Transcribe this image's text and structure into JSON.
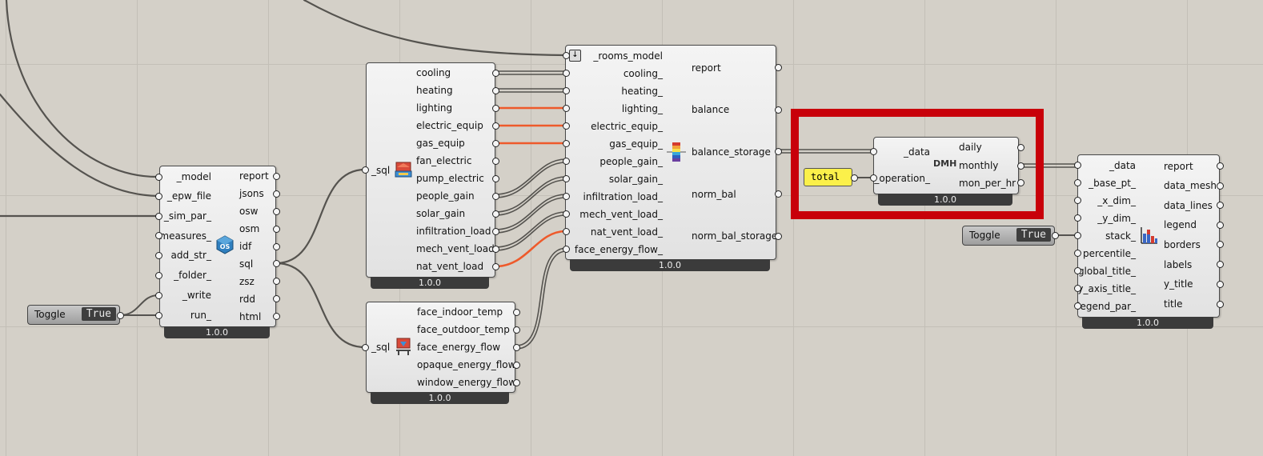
{
  "components": {
    "run_os": {
      "inputs": [
        "_model",
        "_epw_file",
        "_sim_par_",
        "measures_",
        "add_str_",
        "_folder_",
        "_write",
        "run_"
      ],
      "outputs": [
        "report",
        "jsons",
        "osw",
        "osm",
        "idf",
        "sql",
        "zsz",
        "rdd",
        "html"
      ],
      "version": "1.0.0",
      "icon": "openstudio-icon"
    },
    "read_room_energy": {
      "inputs": [
        "_sql"
      ],
      "outputs": [
        "cooling",
        "heating",
        "lighting",
        "electric_equip",
        "gas_equip",
        "fan_electric",
        "pump_electric",
        "people_gain",
        "solar_gain",
        "infiltration_load",
        "mech_vent_load",
        "nat_vent_load"
      ],
      "version": "1.0.0",
      "icon": "room-energy-icon"
    },
    "read_face_energy": {
      "inputs": [
        "_sql"
      ],
      "outputs": [
        "face_indoor_temp",
        "face_outdoor_temp",
        "face_energy_flow",
        "opaque_energy_flow",
        "window_energy_flow"
      ],
      "version": "1.0.0",
      "icon": "face-energy-icon"
    },
    "thermal_balance": {
      "inputs": [
        "_rooms_model",
        "cooling_",
        "heating_",
        "lighting_",
        "electric_equip_",
        "gas_equip_",
        "people_gain_",
        "solar_gain_",
        "infiltration_load_",
        "mech_vent_load_",
        "nat_vent_load_",
        "face_energy_flow_"
      ],
      "outputs": [
        "report",
        "balance",
        "balance_storage",
        "norm_bal",
        "norm_bal_storage"
      ],
      "version": "1.0.0",
      "icon": "stacked-bar-icon"
    },
    "daily_monthly": {
      "inputs": [
        "_data",
        "_operation_"
      ],
      "outputs": [
        "daily",
        "monthly",
        "mon_per_hr"
      ],
      "version": "1.0.0",
      "icon_text": "DMH"
    },
    "bar_chart": {
      "inputs": [
        "_data",
        "_base_pt_",
        "_x_dim_",
        "_y_dim_",
        "stack_",
        "percentile_",
        "global_title_",
        "y_axis_title_",
        "legend_par_"
      ],
      "outputs": [
        "report",
        "data_mesh",
        "data_lines",
        "legend",
        "borders",
        "labels",
        "y_title",
        "title"
      ],
      "version": "1.0.0",
      "icon": "bar-chart-icon"
    }
  },
  "toggles": [
    {
      "label": "Toggle",
      "value": "True"
    },
    {
      "label": "Toggle",
      "value": "True"
    }
  ],
  "panel": {
    "text": "total"
  },
  "colors": {
    "wire": "#55534f",
    "wire_highlight": "#ee5a2b",
    "highlight_box": "#c8000a",
    "panel": "#fbf04a"
  }
}
